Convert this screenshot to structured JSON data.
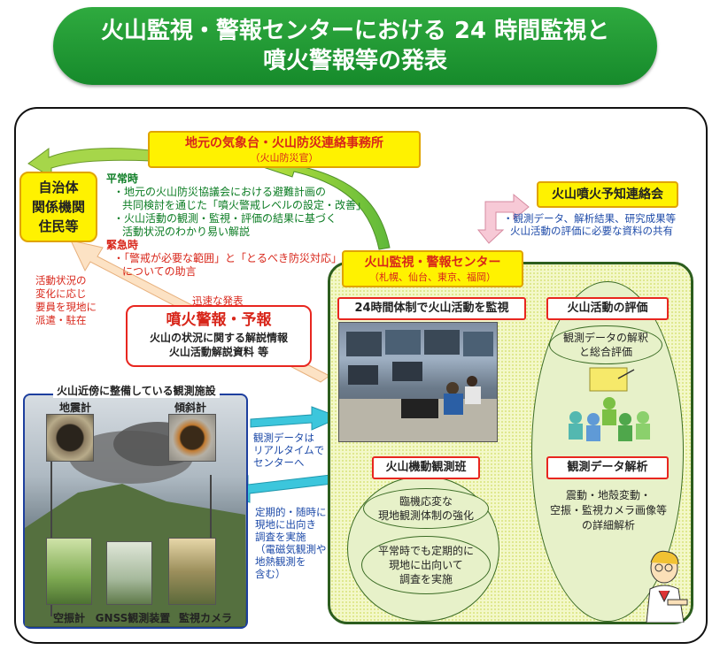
{
  "title": {
    "line1": "火山監視・警報センターにおける 24 時間監視と",
    "line2": "噴火警報等の発表"
  },
  "local_office": {
    "title": "地元の気象台・火山防災連絡事務所",
    "sub": "（火山防災官）"
  },
  "municipality": {
    "line1": "自治体",
    "line2": "関係機関",
    "line3": "住民等"
  },
  "normal_time": {
    "heading": "平常時",
    "item1_a": "・地元の火山防災協議会における避難計画の",
    "item1_b": "共同検討を通じた「噴火警戒レベルの設定・改善」",
    "item2_a": "・火山活動の観測・監視・評価の結果に基づく",
    "item2_b": "活動状況のわかり易い解説"
  },
  "emergency_time": {
    "heading": "緊急時",
    "item1_a": "・「警戒が必要な範囲」と「とるべき防災対応」",
    "item1_b": "についての助言"
  },
  "liaison": {
    "title": "火山噴火予知連絡会",
    "note1": "・観測データ、解析結果、研究成果等",
    "note2": "火山活動の評価に必要な資料の共有"
  },
  "dispatch_note": {
    "line1": "活動状況の",
    "line2": "変化に応じ",
    "line3": "要員を現地に",
    "line4": "派遣・駐在"
  },
  "prompt_release": "迅速な発表",
  "warning_box": {
    "title": "噴火警報・予報",
    "line1": "火山の状況に関する解説情報",
    "line2": "火山活動解説資料 等"
  },
  "center": {
    "title": "火山監視・警報センター",
    "sub": "（札幌、仙台、東京、福岡）",
    "monitor_label": "24時間体制で火山活動を監視",
    "evaluation_label": "火山活動の評価",
    "evaluation_text1": "観測データの解釈",
    "evaluation_text2": "と総合評価",
    "mobile_team_label": "火山機動観測班",
    "mobile_text1a": "臨機応変な",
    "mobile_text1b": "現地観測体制の強化",
    "mobile_text2a": "平常時でも定期的に",
    "mobile_text2b": "現地に出向いて",
    "mobile_text2c": "調査を実施",
    "analysis_label": "観測データ解析",
    "analysis_text1": "震動・地殻変動・",
    "analysis_text2": "空振・監視カメラ画像等",
    "analysis_text3": "の詳細解析"
  },
  "facilities": {
    "heading": "火山近傍に整備している観測施設",
    "seismometer": "地震計",
    "tiltmeter": "傾斜計",
    "infrasound": "空振計",
    "gnss": "GNSS観測装置",
    "camera": "監視カメラ"
  },
  "realtime_note": {
    "line1": "観測データは",
    "line2": "リアルタイムで",
    "line3": "センターへ"
  },
  "survey_note": {
    "line1": "定期的・随時に",
    "line2": "現地に出向き",
    "line3": "調査を実施",
    "line4": "（電磁気観測や",
    "line5": "地熱観測を",
    "line6": "含む）"
  },
  "colors": {
    "title_green": "#1e9a33",
    "accent_yellow": "#fff200",
    "warning_red": "#e8261f",
    "center_fill": "#eef7dc",
    "facility_border": "#1d3f9e"
  }
}
